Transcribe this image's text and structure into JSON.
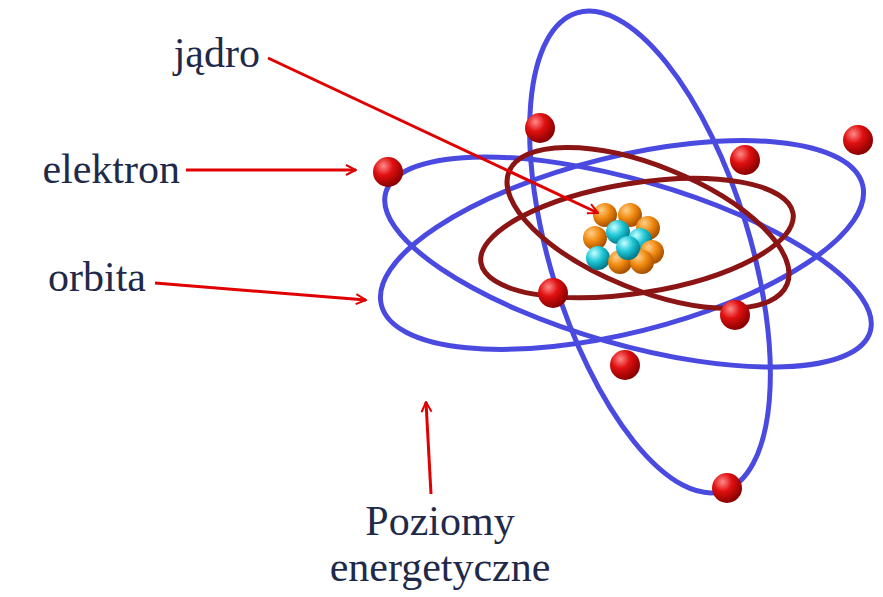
{
  "diagram": {
    "labels": [
      "jądro",
      "elektron",
      "orbita",
      "Poziomy energetyczne"
    ]
  }
}
